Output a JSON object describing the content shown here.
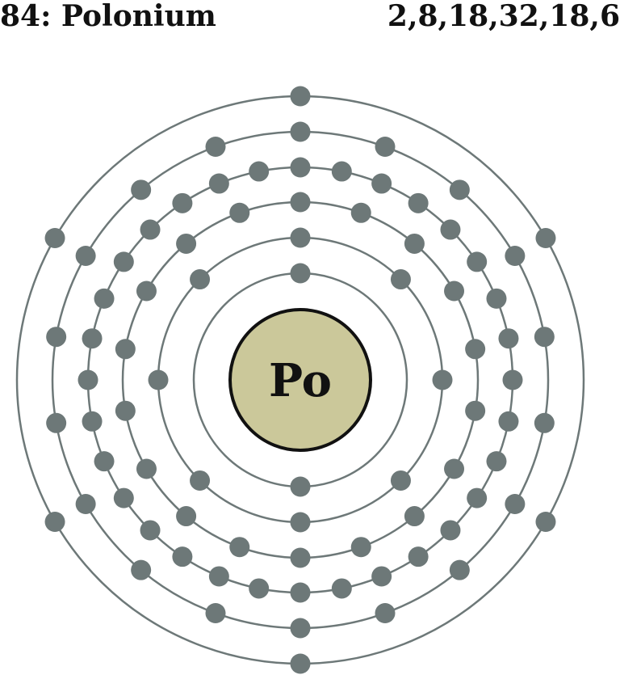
{
  "header": {
    "title": "84: Polonium",
    "configuration": "2,8,18,32,18,6"
  },
  "atom": {
    "symbol": "Po",
    "shells": [
      2,
      8,
      18,
      32,
      18,
      6
    ]
  },
  "colors": {
    "nucleus_fill": "#cbc89a",
    "nucleus_stroke": "#111111",
    "shell_stroke": "#6d7878",
    "electron_fill": "#6d7878",
    "text": "#111111"
  }
}
